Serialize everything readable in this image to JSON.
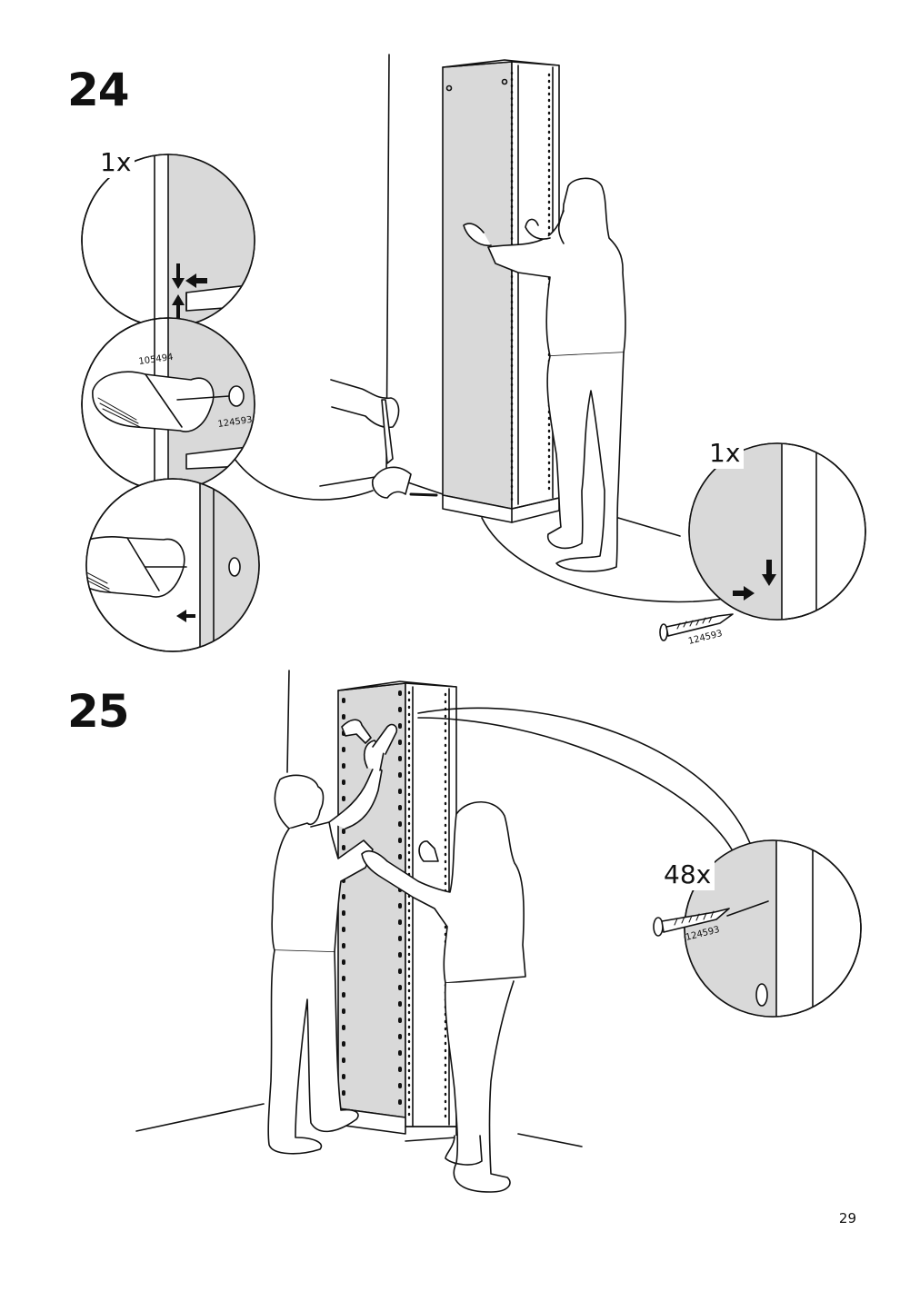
{
  "page_number": "29",
  "steps": [
    {
      "number": "24",
      "callouts": [
        {
          "quantity": "1x"
        },
        {
          "part_ids": [
            "105494",
            "124593"
          ]
        },
        {
          "quantity": "1x",
          "part_id": "124593"
        }
      ]
    },
    {
      "number": "25",
      "callouts": [
        {
          "quantity": "48x",
          "part_id": "124593"
        }
      ]
    }
  ],
  "colors": {
    "line": "#111111",
    "panel": "#d9d9d9",
    "background": "#ffffff"
  }
}
